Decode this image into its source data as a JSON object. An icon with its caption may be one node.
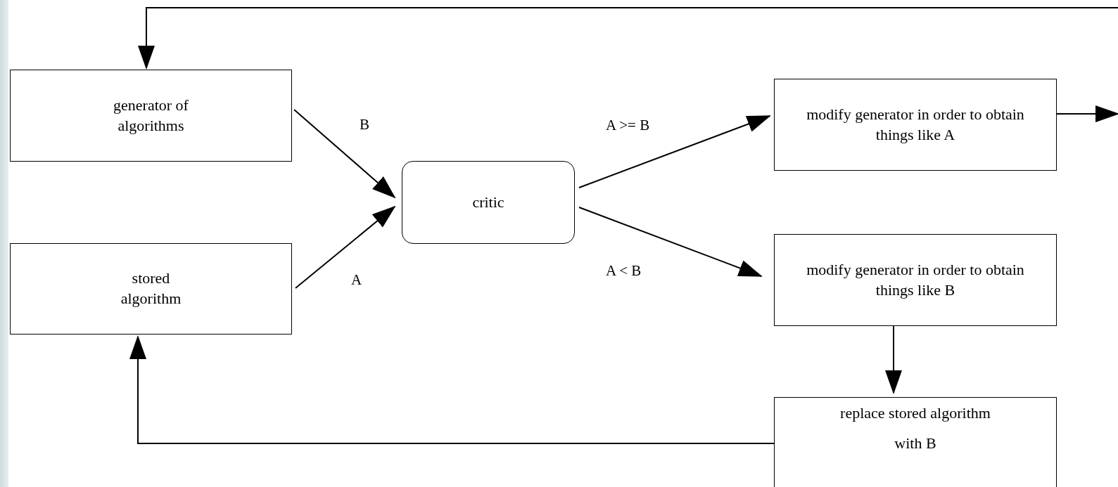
{
  "diagram": {
    "nodes": [
      {
        "text": [
          "generator of algorithms"
        ]
      },
      {
        "text": [
          "stored algorithm"
        ]
      },
      {
        "text": [
          "critic"
        ]
      },
      {
        "text": [
          "modify generator in order to obtain things like A"
        ]
      },
      {
        "text": [
          "modify generator in order to obtain things like B"
        ]
      },
      {
        "text": [
          "replace stored algorithm",
          "with B"
        ]
      }
    ],
    "edges": [
      {
        "from": 0,
        "to": 2,
        "arrow": "to",
        "label": "B"
      },
      {
        "from": 1,
        "to": 2,
        "arrow": "to",
        "label": "A"
      },
      {
        "from": 2,
        "to": 3,
        "arrow": "to",
        "label": "A >= B"
      },
      {
        "from": 2,
        "to": 4,
        "arrow": "to",
        "label": "A < B"
      },
      {
        "from": 4,
        "to": 5,
        "arrow": "to"
      },
      {
        "from": 5,
        "to": 1,
        "arrow": "to"
      },
      {
        "from": 3,
        "to": null,
        "arrow": "to"
      },
      {
        "from": null,
        "to": 0,
        "arrow": "to"
      }
    ]
  }
}
